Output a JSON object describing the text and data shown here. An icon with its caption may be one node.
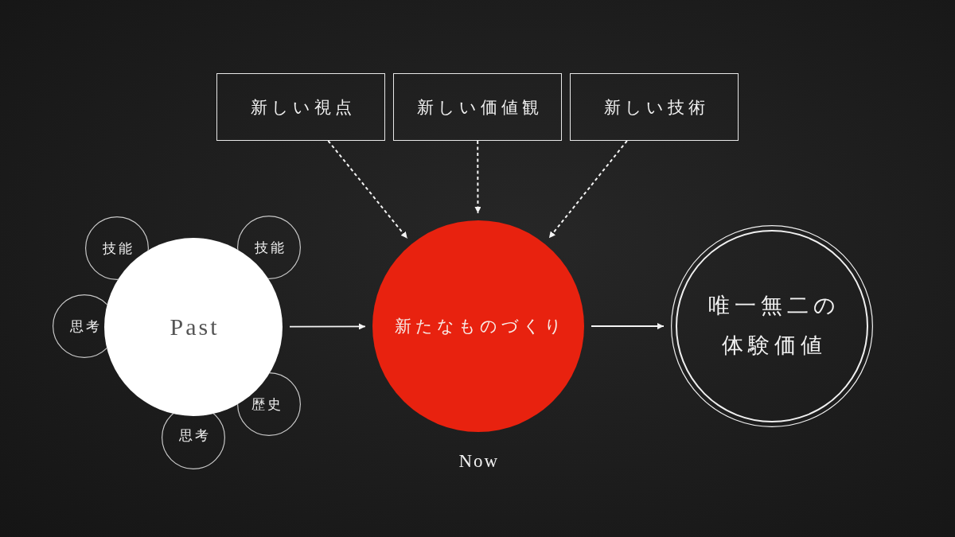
{
  "diagram": {
    "nodes": [
      {
        "text": [
          "新しい視点"
        ]
      },
      {
        "text": [
          "新しい価値観"
        ]
      },
      {
        "text": [
          "新しい技術"
        ]
      },
      {
        "text": [
          "Past"
        ]
      },
      {
        "text": [
          "技能"
        ]
      },
      {
        "text": [
          "技能"
        ]
      },
      {
        "text": [
          "思考"
        ]
      },
      {
        "text": [
          "歴史"
        ]
      },
      {
        "text": [
          "思考"
        ]
      },
      {
        "text": [
          "新たなものづくり"
        ],
        "beside": [
          "Now"
        ]
      },
      {
        "text": [
          "唯一無二の体験価値"
        ]
      }
    ],
    "edges": [
      {
        "from": 0,
        "to": 9,
        "arrow": "to",
        "style": "dashed"
      },
      {
        "from": 1,
        "to": 9,
        "arrow": "to",
        "style": "dashed"
      },
      {
        "from": 2,
        "to": 9,
        "arrow": "to",
        "style": "dashed"
      },
      {
        "from": 3,
        "to": 9,
        "arrow": "to"
      },
      {
        "from": 9,
        "to": 10,
        "arrow": "to"
      }
    ]
  }
}
